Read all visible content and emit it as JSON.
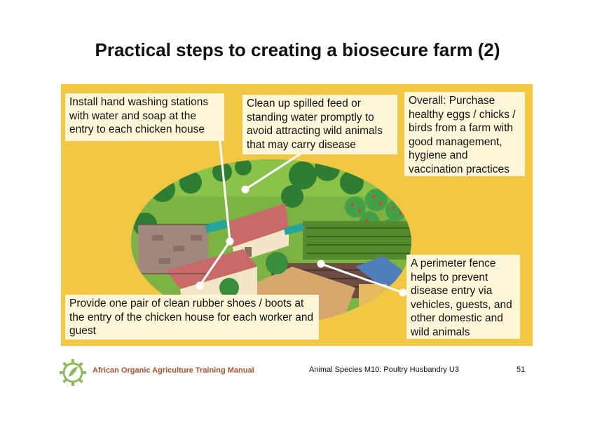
{
  "slide": {
    "title": "Practical steps to creating a biosecure farm (2)"
  },
  "callouts": {
    "hand_washing": "Install hand washing stations with water and soap at the entry to each chicken house",
    "spilled_feed": "Clean up spilled feed or standing water promptly to avoid attracting wild animals that may carry disease",
    "overall": "Overall: Purchase healthy eggs / chicks / birds from a farm with good management, hygiene and vaccination practices",
    "fence": "A perimeter fence helps to prevent disease entry via vehicles, guests, and other domestic and wild animals",
    "boots": "Provide one pair of clean rubber shoes / boots at the entry of the chicken house for each worker and guest"
  },
  "footer": {
    "organization": "African Organic Agriculture Training Manual",
    "module": "Animal Species M10: Poultry Husbandry U3",
    "page_number": "51"
  },
  "colors": {
    "panel": "#f2c744",
    "callout_bg": "#fdf6d8",
    "footer_accent": "#b0502a",
    "logo_green": "#8dbb5a"
  }
}
